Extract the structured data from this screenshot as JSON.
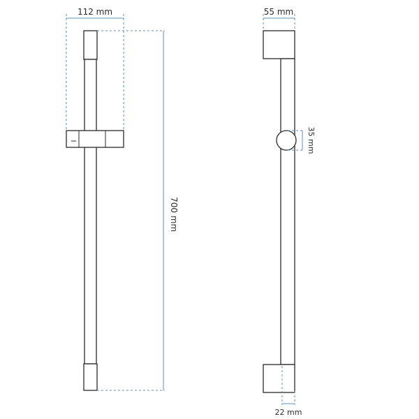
{
  "colors": {
    "dimension_line": "#5b8fbf",
    "outline": "#2a2a2a",
    "background": "#ffffff"
  },
  "dimensions": {
    "front_width": "112 mm",
    "total_height": "700 mm",
    "side_width": "55 mm",
    "knob_diameter": "35 mm",
    "bottom_offset": "22 mm"
  }
}
